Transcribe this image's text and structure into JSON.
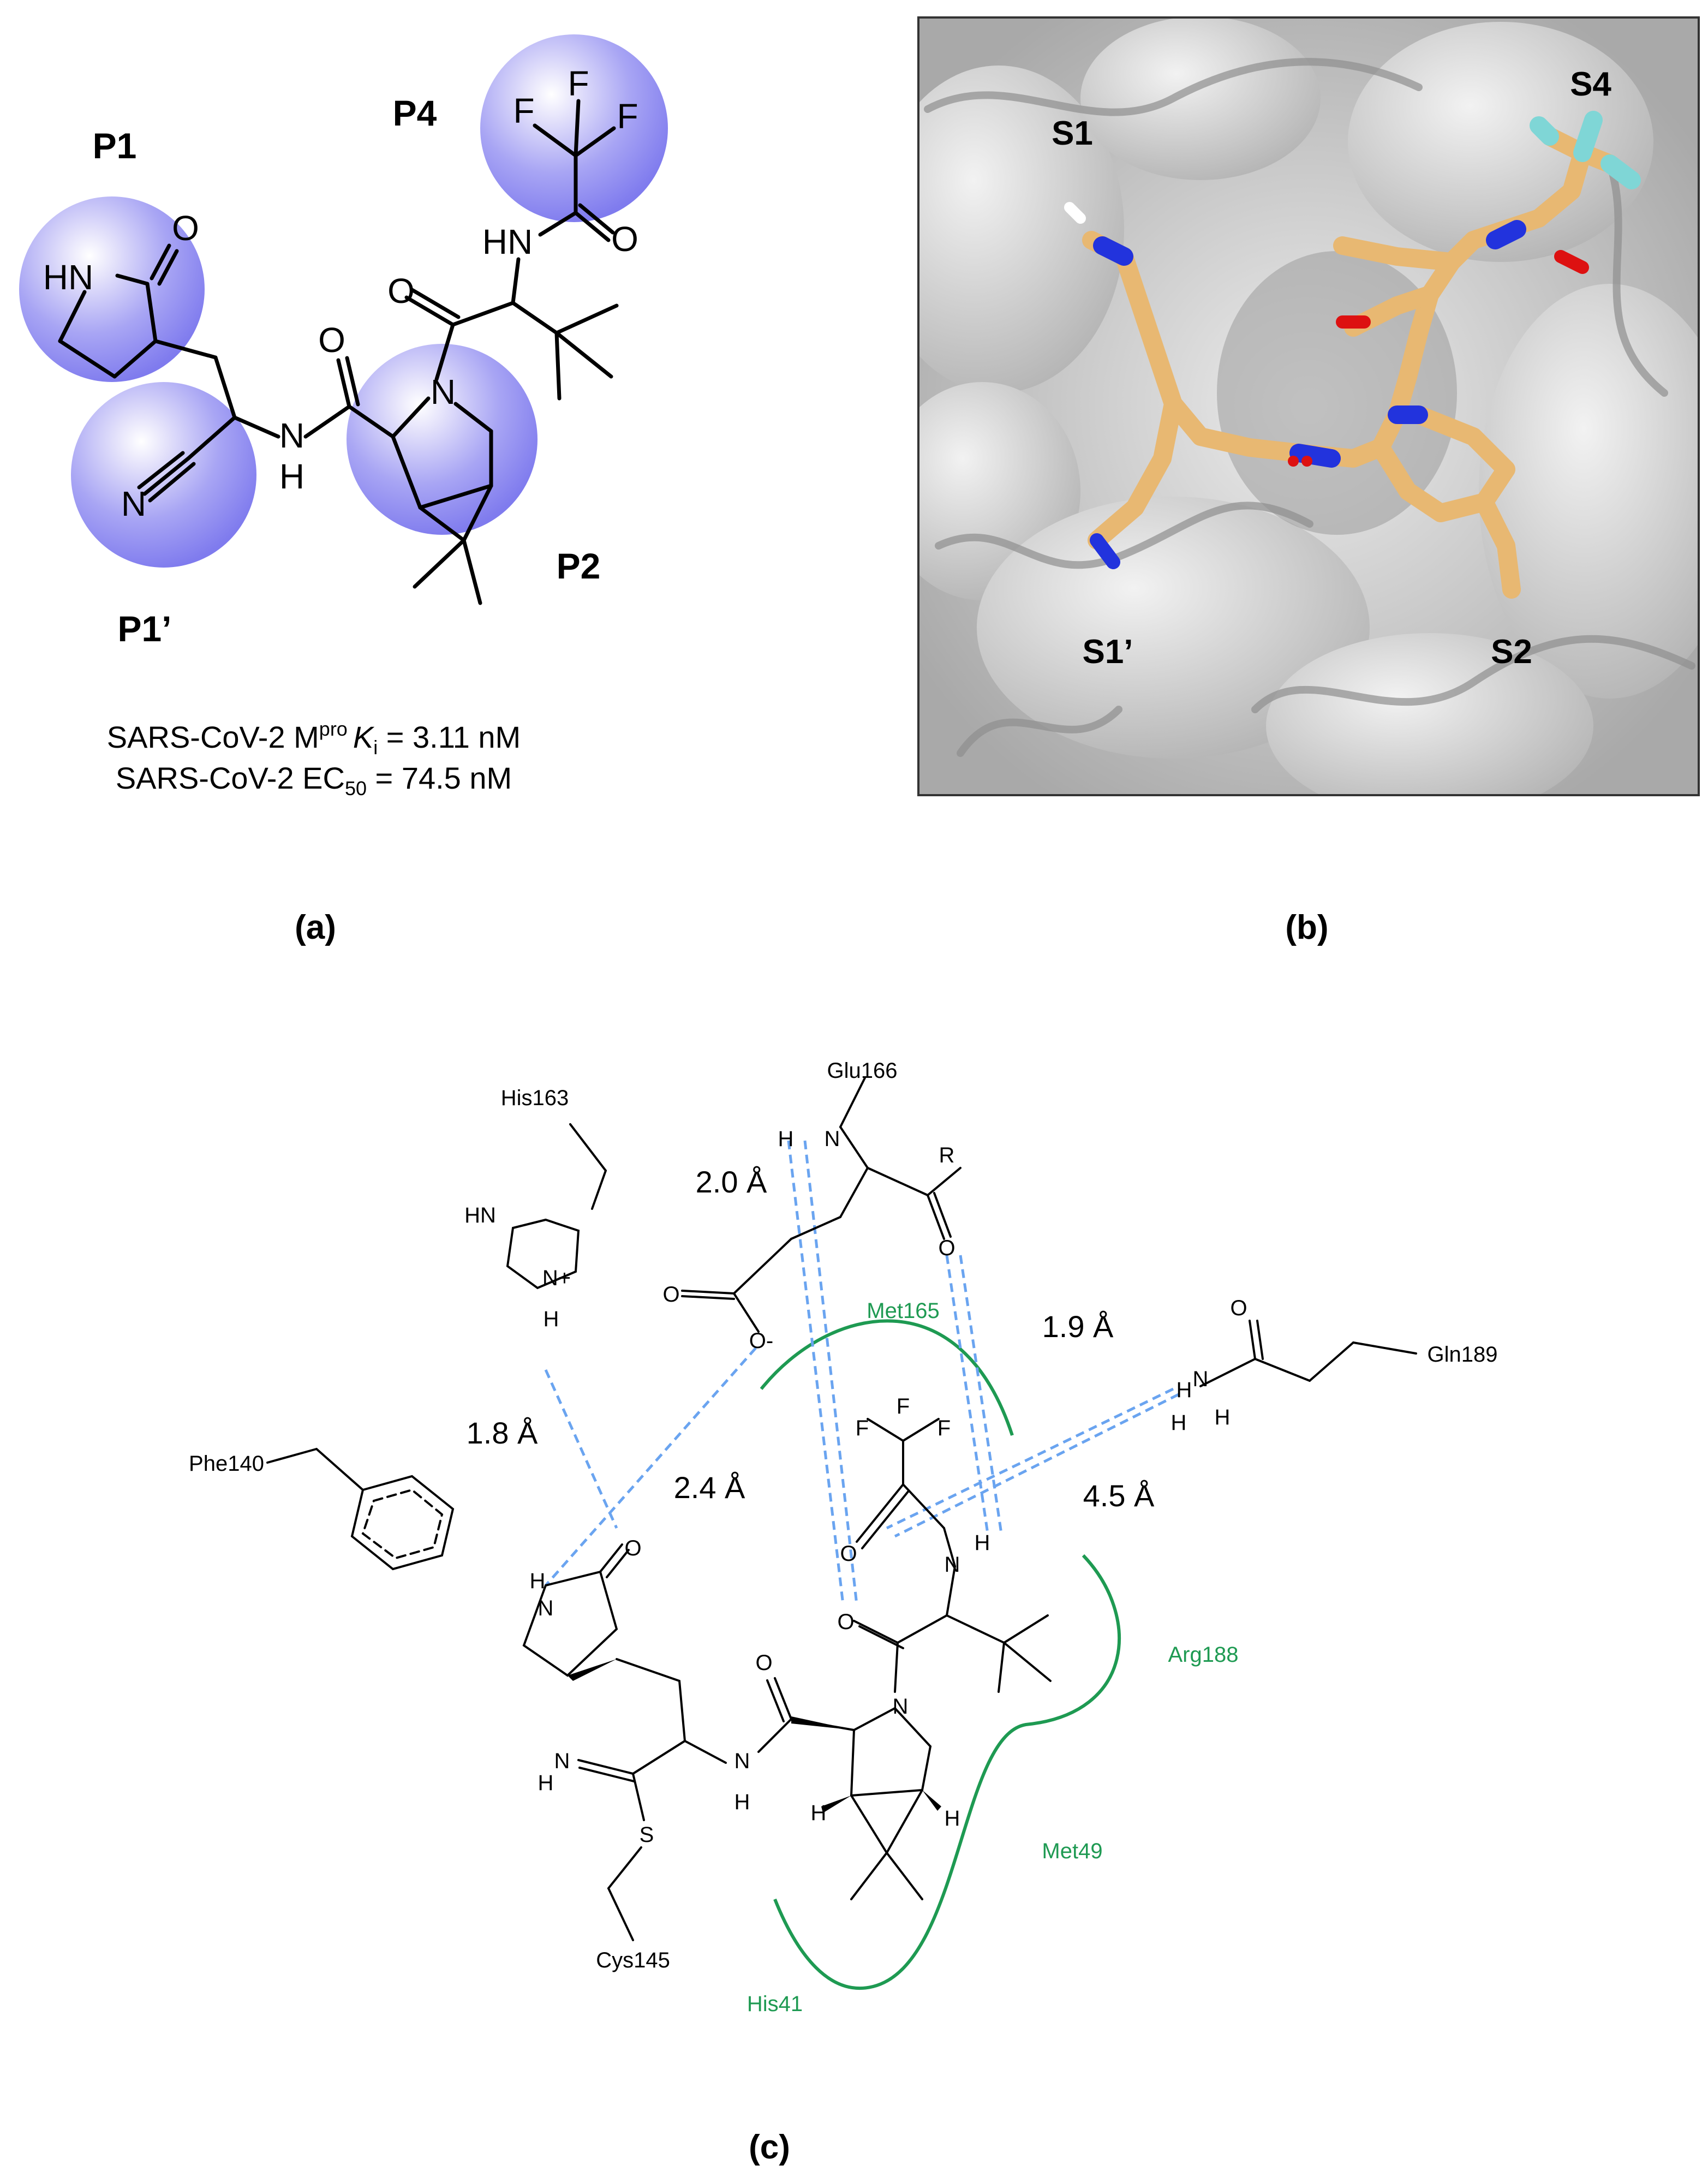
{
  "panel_a": {
    "labels": {
      "p1": "P1",
      "p1prime": "P1’",
      "p2": "P2",
      "p4": "P4"
    },
    "atoms": {
      "hn": "HN",
      "o1": "O",
      "o2": "O",
      "o3": "O",
      "o4": "O",
      "n_nitrile": "N",
      "nh_n": "N",
      "nh_h": "H",
      "n_ring": "N",
      "hn_top": "HN",
      "f1": "F",
      "f2": "F",
      "f3": "F"
    },
    "ki_prefix": "SARS-CoV-2 M",
    "ki_sup": "pro",
    "ki_k": "K",
    "ki_sub": "i",
    "ki_value": " = 3.11 nM",
    "ec50_prefix": "SARS-CoV-2 EC",
    "ec50_sub": "50",
    "ec50_value": " = 74.5 nM",
    "caption": "(a)",
    "sphere_color": "#8f8cf5"
  },
  "panel_b": {
    "labels": {
      "s1": "S1",
      "s1prime": "S1’",
      "s2": "S2",
      "s4": "S4"
    },
    "caption": "(b)",
    "surface_color": "#c8c8c8",
    "ligand_color": "#e8b872",
    "nitrogen_color": "#2233dd",
    "oxygen_color": "#dd1111",
    "fluorine_color": "#7fd6d6"
  },
  "panel_c": {
    "residues": {
      "his163": "His163",
      "glu166": "Glu166",
      "gln189": "Gln189",
      "phe140": "Phe140",
      "cys145": "Cys145"
    },
    "pocket": {
      "met165": "Met165",
      "arg188": "Arg188",
      "met49": "Met49",
      "his41": "His41"
    },
    "distances": {
      "d1": "2.0 Å",
      "d2": "1.9 Å",
      "d3": "1.8 Å",
      "d4": "2.4 Å",
      "d5": "4.5 Å"
    },
    "caption": "(c)",
    "pocket_color": "#1e9a52",
    "hbond_color": "#6aa4f0"
  }
}
